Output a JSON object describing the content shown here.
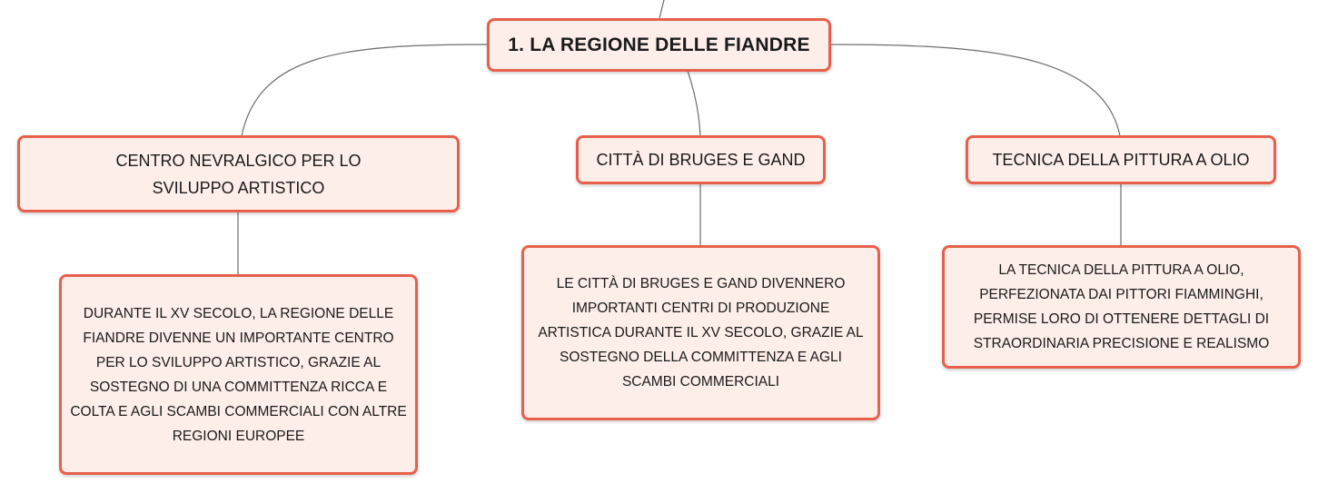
{
  "colors": {
    "border": "#e8604c",
    "fill": "#fdeee9",
    "connector": "#6d6d6d"
  },
  "root": {
    "label": "1. LA REGIONE DELLE FIANDRE"
  },
  "branches": [
    {
      "label": "CENTRO NEVRALGICO PER LO SVILUPPO ARTISTICO",
      "detail": "DURANTE IL XV SECOLO, LA REGIONE DELLE FIANDRE DIVENNE UN IMPORTANTE CENTRO PER LO SVILUPPO ARTISTICO, GRAZIE AL SOSTEGNO DI UNA COMMITTENZA RICCA E COLTA E AGLI SCAMBI COMMERCIALI CON ALTRE REGIONI EUROPEE"
    },
    {
      "label": "CITTÀ DI BRUGES E GAND",
      "detail": "LE CITTÀ DI BRUGES E GAND DIVENNERO IMPORTANTI CENTRI DI PRODUZIONE ARTISTICA DURANTE IL XV SECOLO, GRAZIE AL SOSTEGNO DELLA COMMITTENZA E AGLI SCAMBI COMMERCIALI"
    },
    {
      "label": "TECNICA DELLA PITTURA A OLIO",
      "detail": "LA TECNICA DELLA PITTURA A OLIO, PERFEZIONATA DAI PITTORI FIAMMINGHI, PERMISE LORO DI OTTENERE DETTAGLI DI STRAORDINARIA PRECISIONE E REALISMO"
    }
  ]
}
